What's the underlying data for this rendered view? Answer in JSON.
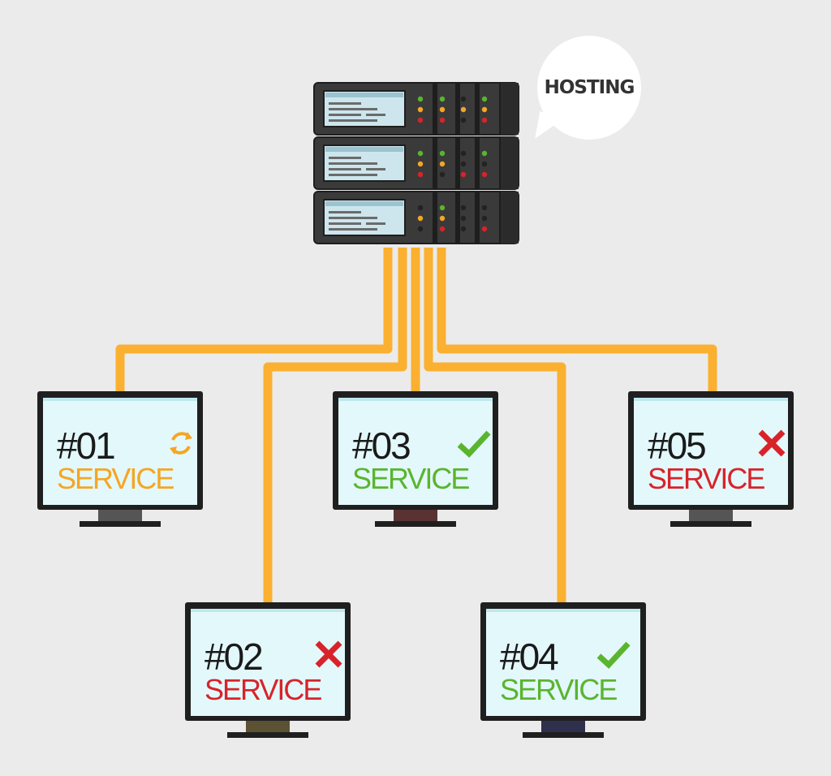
{
  "colors": {
    "background": "#ebebeb",
    "cable": "#fbb030",
    "pending": "#f5a623",
    "ok": "#5ab52e",
    "error": "#d8232a",
    "server_body": "#3a3a3a"
  },
  "server": {
    "bubble_text": "HOSTING",
    "units": 3
  },
  "services": [
    {
      "num": "#01",
      "label": "SERVICE",
      "status": "pending",
      "icon": "refresh-icon",
      "neck_color": "#555555"
    },
    {
      "num": "#02",
      "label": "SERVICE",
      "status": "error",
      "icon": "cross-icon",
      "neck_color": "#5a5232"
    },
    {
      "num": "#03",
      "label": "SERVICE",
      "status": "ok",
      "icon": "check-icon",
      "neck_color": "#5a3232"
    },
    {
      "num": "#04",
      "label": "SERVICE",
      "status": "ok",
      "icon": "check-icon",
      "neck_color": "#2f2f4e"
    },
    {
      "num": "#05",
      "label": "SERVICE",
      "status": "error",
      "icon": "cross-icon",
      "neck_color": "#555555"
    }
  ]
}
